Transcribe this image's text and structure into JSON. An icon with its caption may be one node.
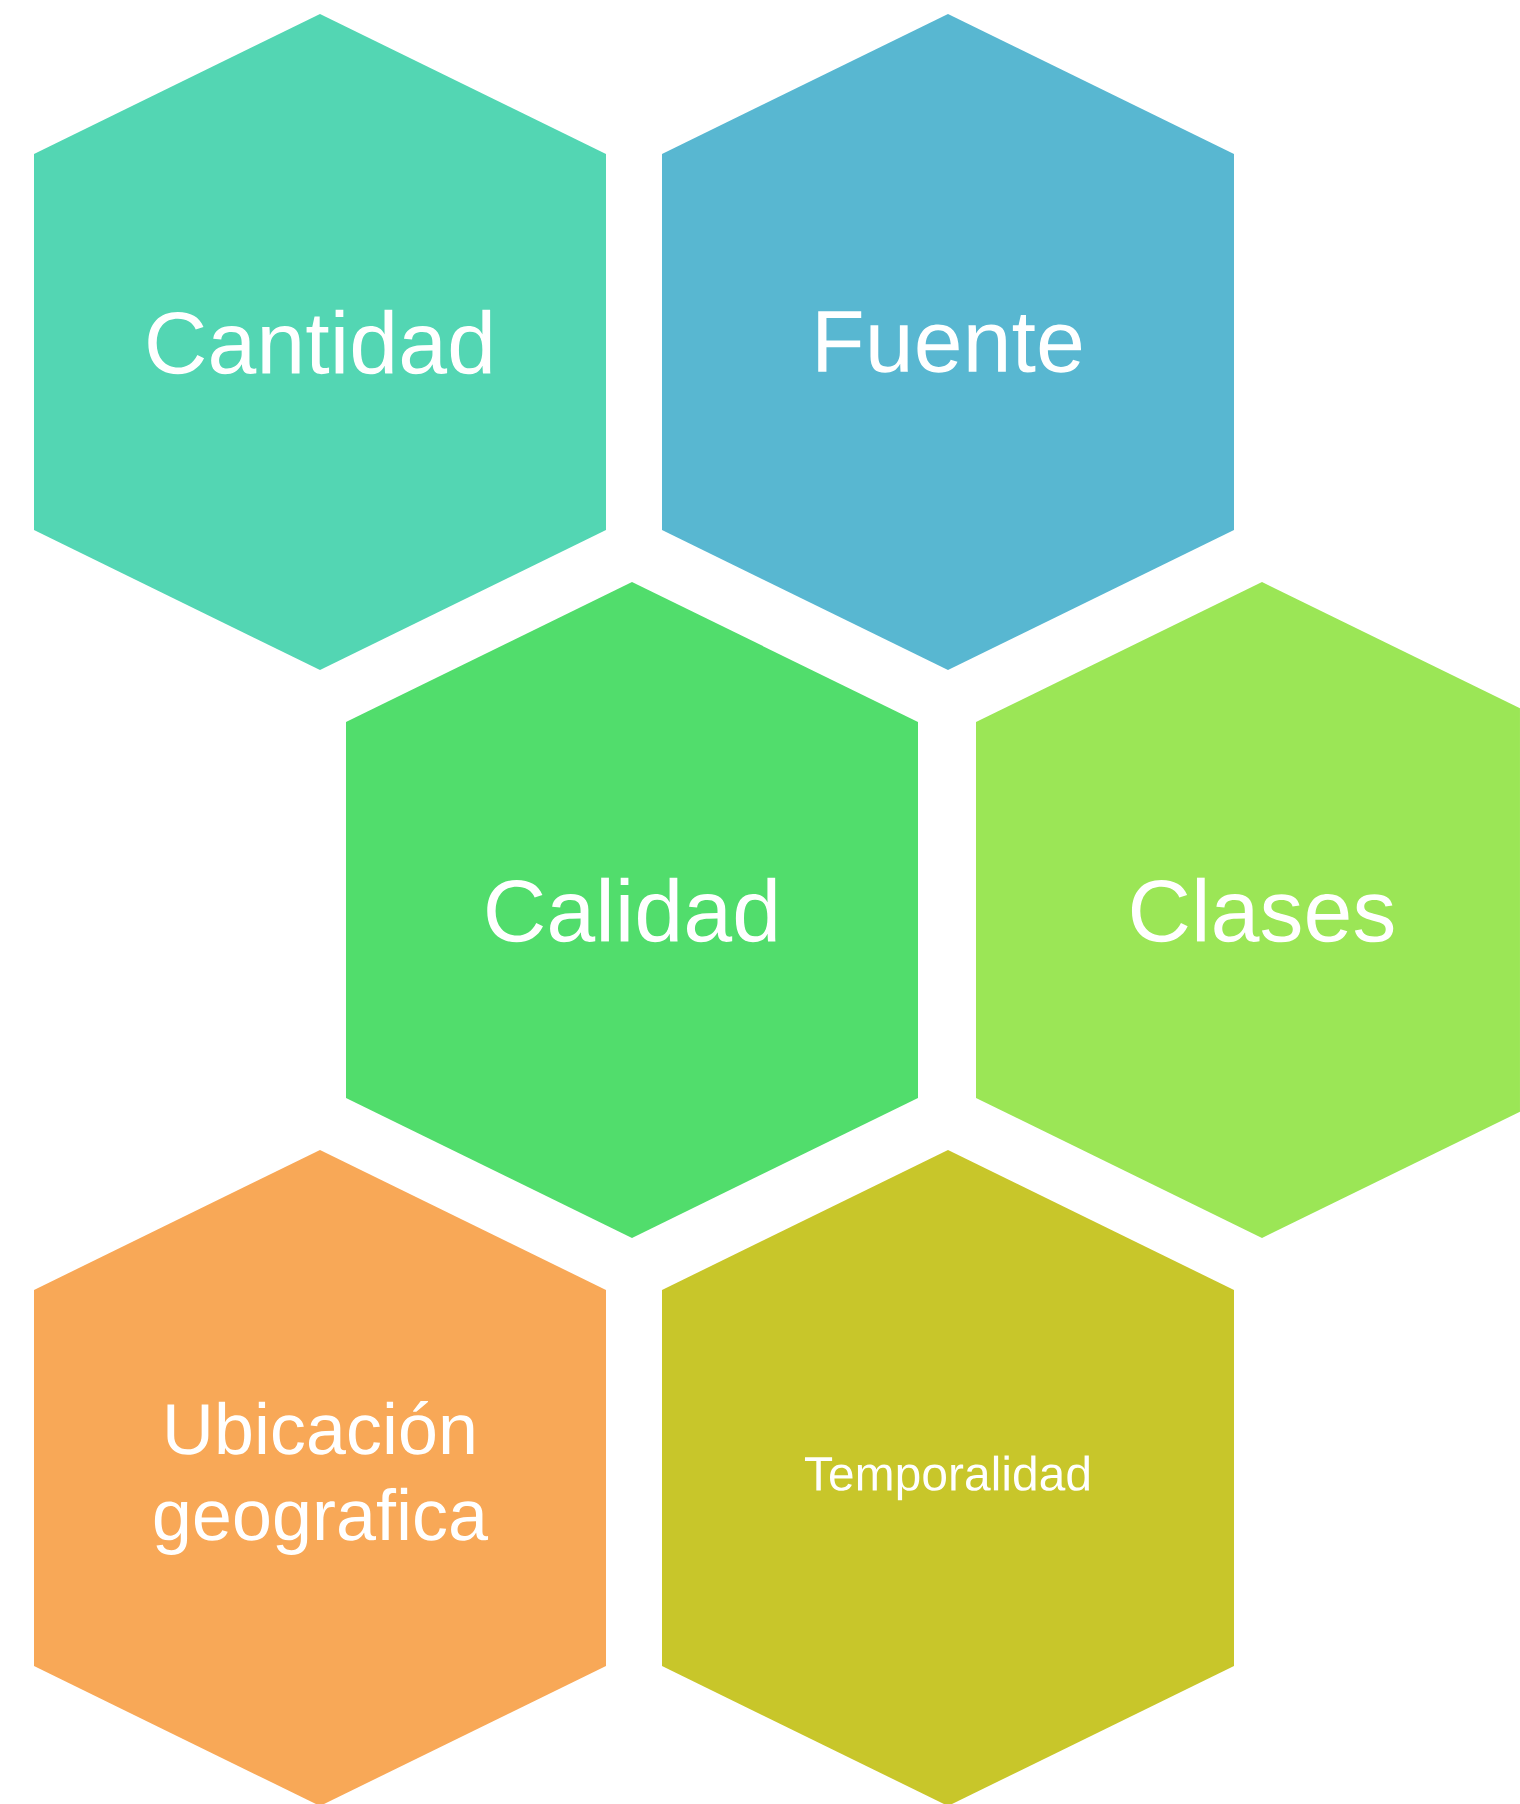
{
  "diagram": {
    "nodes": [
      {
        "text": [
          "Cantidad"
        ]
      },
      {
        "text": [
          "Fuente"
        ]
      },
      {
        "text": [
          "Calidad"
        ]
      },
      {
        "text": [
          "Clases"
        ]
      },
      {
        "text": [
          "Ubicación geografica"
        ]
      },
      {
        "text": [
          "Temporalidad"
        ]
      }
    ]
  }
}
